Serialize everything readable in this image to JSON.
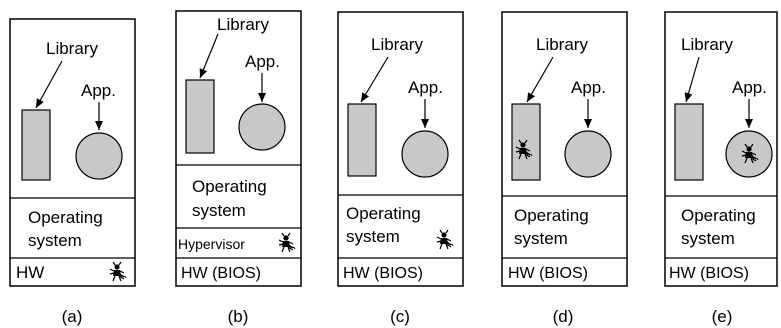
{
  "panels": [
    {
      "caption": "(a)",
      "library_label": "Library",
      "app_label": "App.",
      "os_label_line1": "Operating",
      "os_label_line2": "system",
      "hw_label": "HW",
      "malware_location": "hardware"
    },
    {
      "caption": "(b)",
      "library_label": "Library",
      "app_label": "App.",
      "os_label_line1": "Operating",
      "os_label_line2": "system",
      "hypervisor_label": "Hypervisor",
      "hw_label": "HW (BIOS)",
      "malware_location": "hypervisor"
    },
    {
      "caption": "(c)",
      "library_label": "Library",
      "app_label": "App.",
      "os_label_line1": "Operating",
      "os_label_line2": "system",
      "hw_label": "HW (BIOS)",
      "malware_location": "operating-system"
    },
    {
      "caption": "(d)",
      "library_label": "Library",
      "app_label": "App.",
      "os_label_line1": "Operating",
      "os_label_line2": "system",
      "hw_label": "HW (BIOS)",
      "malware_location": "library"
    },
    {
      "caption": "(e)",
      "library_label": "Library",
      "app_label": "App.",
      "os_label_line1": "Operating",
      "os_label_line2": "system",
      "hw_label": "HW (BIOS)",
      "malware_location": "application"
    }
  ],
  "colors": {
    "fill": "#c8c8c8",
    "stroke": "#000000",
    "background": "#ffffff"
  },
  "icons": {
    "malware": "rootkit-bug-icon"
  }
}
